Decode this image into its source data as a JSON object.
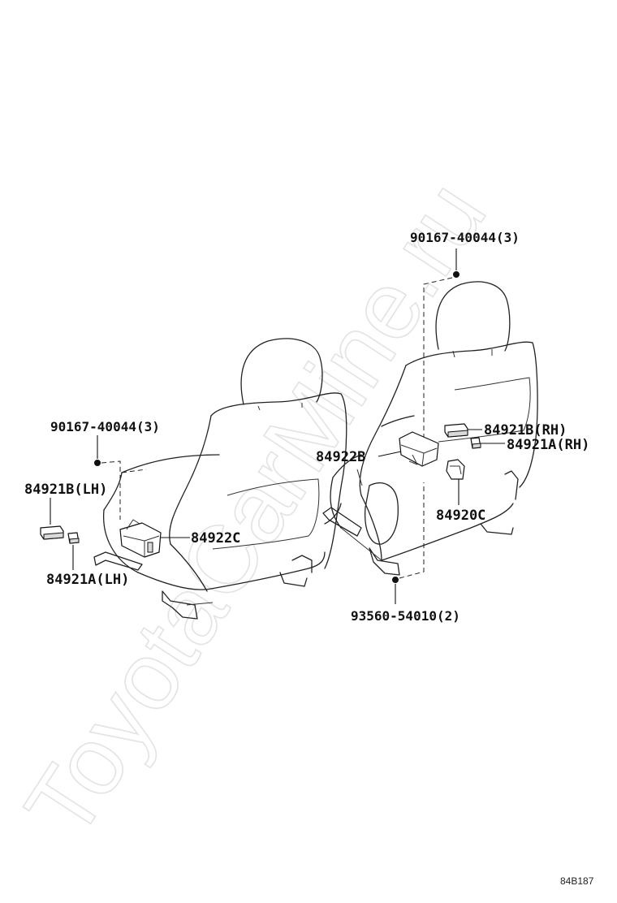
{
  "watermark": {
    "text": "ToyotaCarMine.ru"
  },
  "labels": {
    "bolt_top_right": "90167-40044(3)",
    "bolt_left": "90167-40044(3)",
    "bolt_bottom": "93560-54010(2)",
    "part_84921b_lh": "84921B(LH)",
    "part_84921a_lh": "84921A(LH)",
    "part_84922c": "84922C",
    "part_84922b": "84922B",
    "part_84921b_rh": "84921B(RH)",
    "part_84921a_rh": "84921A(RH)",
    "part_84920c": "84920C"
  },
  "figure_code": "84B187"
}
